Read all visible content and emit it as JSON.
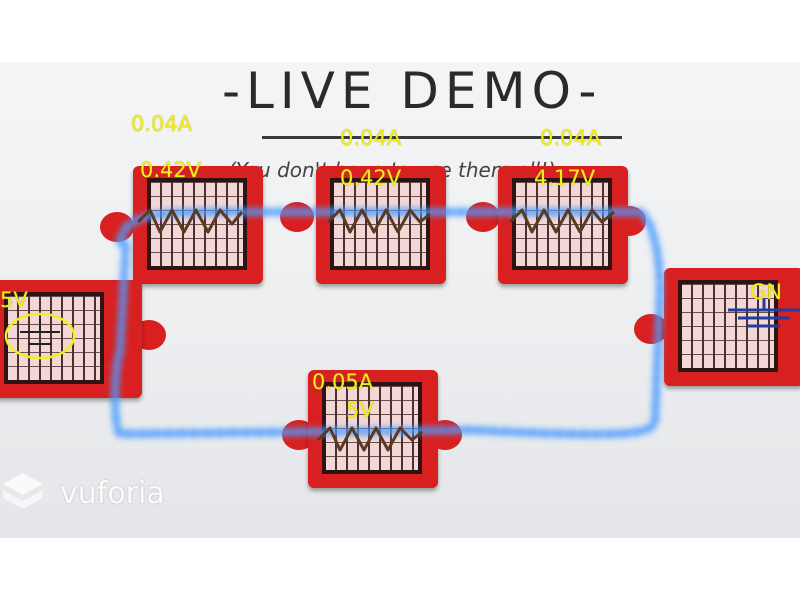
{
  "board": {
    "title": "-LIVE DEMO-",
    "subtitle": "(You don't have to use them all!)"
  },
  "components": [
    {
      "id": "resistor-top-left",
      "type": "resistor",
      "current": "0.04A",
      "voltage": "0.42V"
    },
    {
      "id": "resistor-top-middle",
      "type": "resistor",
      "current": "0.04A",
      "voltage": "0.42V"
    },
    {
      "id": "resistor-top-right",
      "type": "resistor",
      "current": "0.04A",
      "voltage": "4.17V"
    },
    {
      "id": "battery",
      "type": "battery",
      "voltage": "5V"
    },
    {
      "id": "ground",
      "type": "ground",
      "label": "GN"
    },
    {
      "id": "resistor-bottom",
      "type": "resistor",
      "current": "0.05A",
      "voltage": "5V"
    }
  ],
  "colors": {
    "ar_label": "#f2ef1c",
    "wire_glow": "#4a9bff",
    "resistor_symbol": "#5a3a20",
    "tile_red": "#d82020",
    "battery_ring": "#f2ef1c",
    "ground_symbol": "#1f3fa0"
  },
  "branding": {
    "logo_icon": "vuforia-icon",
    "name": "vuforia"
  }
}
